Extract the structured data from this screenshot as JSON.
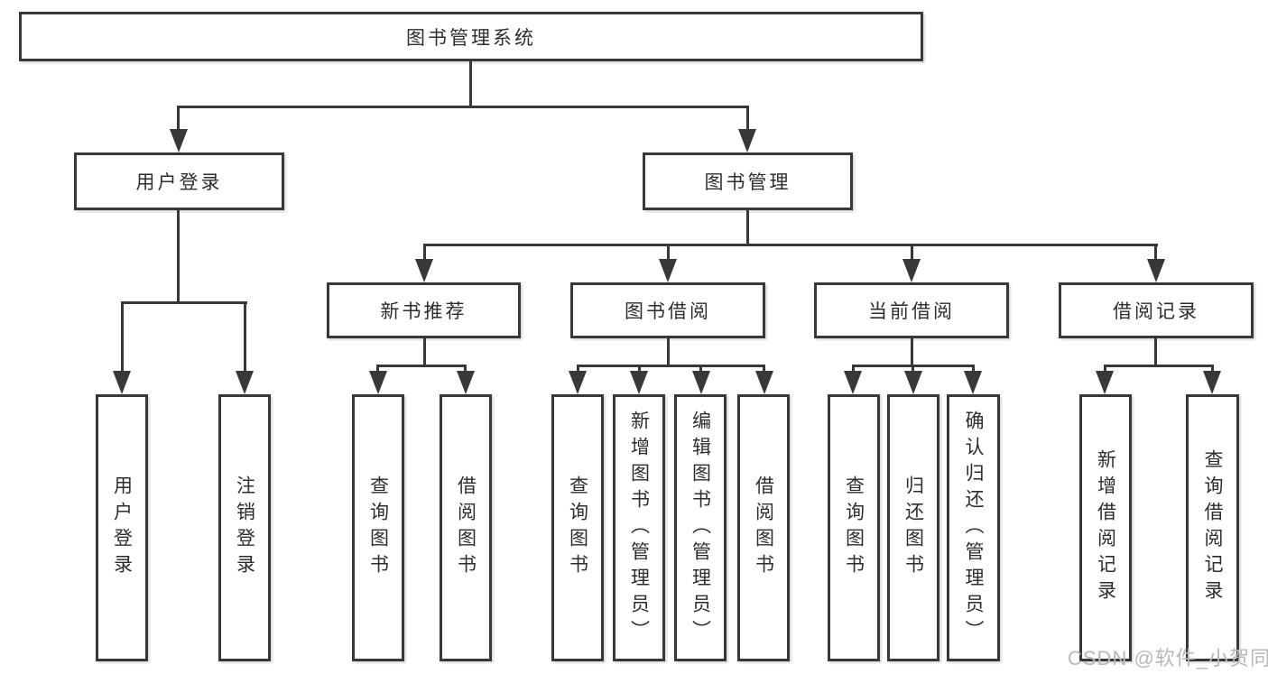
{
  "tree": {
    "root": {
      "label": "图书管理系统",
      "children": [
        {
          "label": "用户登录",
          "children": [
            {
              "label": "用户登录"
            },
            {
              "label": "注销登录"
            }
          ]
        },
        {
          "label": "图书管理",
          "children": [
            {
              "label": "新书推荐",
              "children": [
                {
                  "label": "查询图书"
                },
                {
                  "label": "借阅图书"
                }
              ]
            },
            {
              "label": "图书借阅",
              "children": [
                {
                  "label": "查询图书"
                },
                {
                  "label": "新增图书（管理员）"
                },
                {
                  "label": "编辑图书（管理员）"
                },
                {
                  "label": "借阅图书"
                }
              ]
            },
            {
              "label": "当前借阅",
              "children": [
                {
                  "label": "查询图书"
                },
                {
                  "label": "归还图书"
                },
                {
                  "label": "确认归还（管理员）"
                }
              ]
            },
            {
              "label": "借阅记录",
              "children": [
                {
                  "label": "新增借阅记录"
                },
                {
                  "label": "查询借阅记录"
                }
              ]
            }
          ]
        }
      ]
    }
  },
  "watermark": "CSDN @软件_小贺同学",
  "colors": {
    "line": "#383838",
    "text": "#2d2d2d",
    "background": "#ffffff",
    "watermark": "#b8b8b8"
  }
}
